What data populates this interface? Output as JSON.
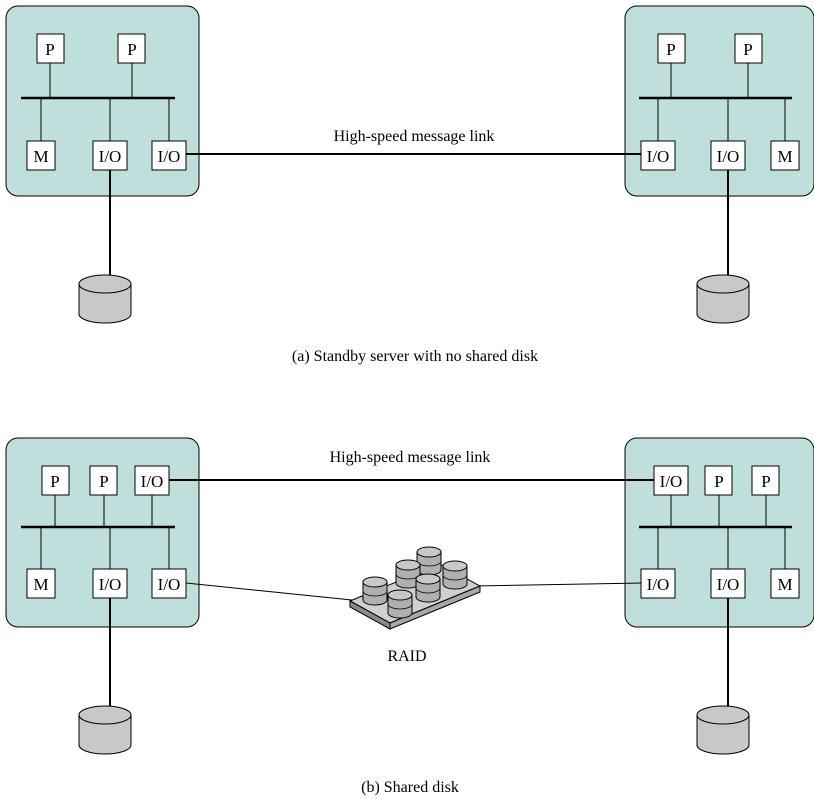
{
  "colors": {
    "node_fill": "#bfdfdc",
    "disk_fill": "#c8c8c8"
  },
  "diagram_a": {
    "caption": "(a) Standby server with no shared disk",
    "link_label": "High-speed message link",
    "left_node": {
      "top": [
        "P",
        "P"
      ],
      "bottom": [
        "M",
        "I/O",
        "I/O"
      ]
    },
    "right_node": {
      "top": [
        "P",
        "P"
      ],
      "bottom": [
        "I/O",
        "I/O",
        "M"
      ]
    }
  },
  "diagram_b": {
    "caption": "(b) Shared disk",
    "link_label": "High-speed message link",
    "raid_label": "RAID",
    "left_node": {
      "top": [
        "P",
        "P",
        "I/O"
      ],
      "bottom": [
        "M",
        "I/O",
        "I/O"
      ]
    },
    "right_node": {
      "top": [
        "I/O",
        "P",
        "P"
      ],
      "bottom": [
        "I/O",
        "I/O",
        "M"
      ]
    }
  }
}
